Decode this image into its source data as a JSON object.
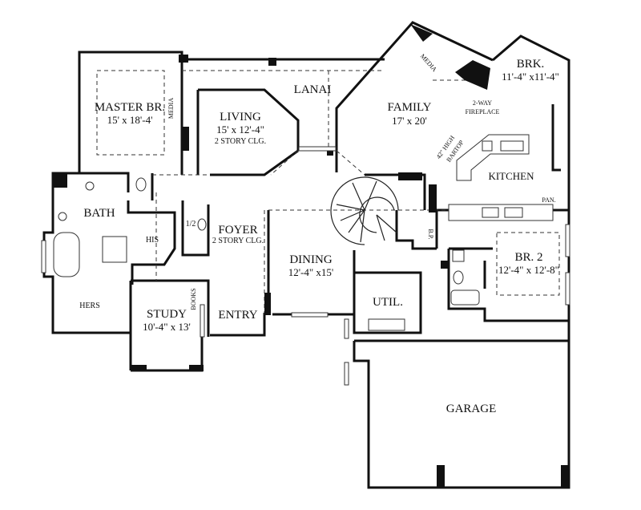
{
  "rooms": {
    "master": {
      "name": "MASTER BR.",
      "size": "15' x 18'-4'"
    },
    "media_master": "MEDIA",
    "living": {
      "name": "LIVING",
      "size": "15' x 12'-4\"",
      "note": "2 STORY CLG."
    },
    "lanai": "LANAI",
    "family": {
      "name": "FAMILY",
      "size": "17' x 20'"
    },
    "media_family": "MEDIA",
    "brk": {
      "name": "BRK.",
      "size": "11'-4\" x11'-4\""
    },
    "fireplace": {
      "line1": "2-WAY",
      "line2": "FIREPLACE"
    },
    "bartop": {
      "line1": "42\" HIGH",
      "line2": "BARTOP"
    },
    "kitchen": "KITCHEN",
    "pan": "PAN.",
    "bath": "BATH",
    "his": "HIS",
    "half_bath": "1/2",
    "foyer": {
      "name": "FOYER",
      "note": "2 STORY CLG."
    },
    "bp": "B.P.",
    "br2": {
      "name": "BR. 2",
      "size": "12'-4\" x 12'-8\""
    },
    "dining": {
      "name": "DINING",
      "size": "12'-4\" x15'"
    },
    "util": "UTIL.",
    "hers": "HERS",
    "study": {
      "name": "STUDY",
      "size": "10'-4\" x 13'"
    },
    "books": "BOOKS",
    "entry": "ENTRY",
    "garage": "GARAGE"
  }
}
